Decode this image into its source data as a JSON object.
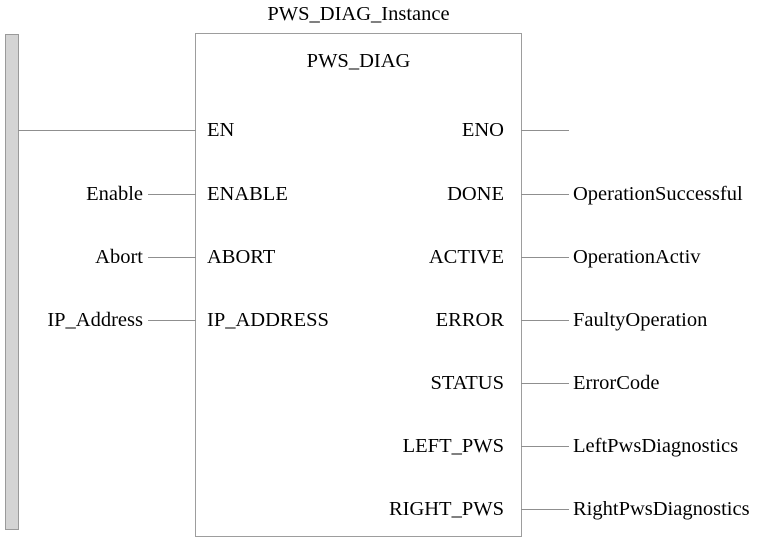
{
  "diagram": {
    "instance_name": "PWS_DIAG_Instance",
    "block_name": "PWS_DIAG",
    "type": "function-block",
    "colors": {
      "block_border": "#9d9d9d",
      "wire": "#8f8f8f",
      "rail_fill": "#d4d4d4",
      "rail_border": "#9a9a9a",
      "text": "#000000",
      "background": "#ffffff"
    },
    "power_rail": {
      "label": "power-rail",
      "connected_pin": "EN"
    },
    "inputs": [
      {
        "pin": "EN",
        "variable": "",
        "row": 130,
        "rail_connected": true
      },
      {
        "pin": "ENABLE",
        "variable": "Enable",
        "row": 194,
        "rail_connected": false
      },
      {
        "pin": "ABORT",
        "variable": "Abort",
        "row": 257,
        "rail_connected": false
      },
      {
        "pin": "IP_ADDRESS",
        "variable": "IP_Address",
        "row": 320,
        "rail_connected": false
      }
    ],
    "outputs": [
      {
        "pin": "ENO",
        "variable": "",
        "row": 130
      },
      {
        "pin": "DONE",
        "variable": "OperationSuccessful",
        "row": 194
      },
      {
        "pin": "ACTIVE",
        "variable": "OperationActiv",
        "row": 257
      },
      {
        "pin": "ERROR",
        "variable": "FaultyOperation",
        "row": 320
      },
      {
        "pin": "STATUS",
        "variable": "ErrorCode",
        "row": 383
      },
      {
        "pin": "LEFT_PWS",
        "variable": "LeftPwsDiagnostics",
        "row": 446
      },
      {
        "pin": "RIGHT_PWS",
        "variable": "RightPwsDiagnostics",
        "row": 509
      }
    ]
  }
}
